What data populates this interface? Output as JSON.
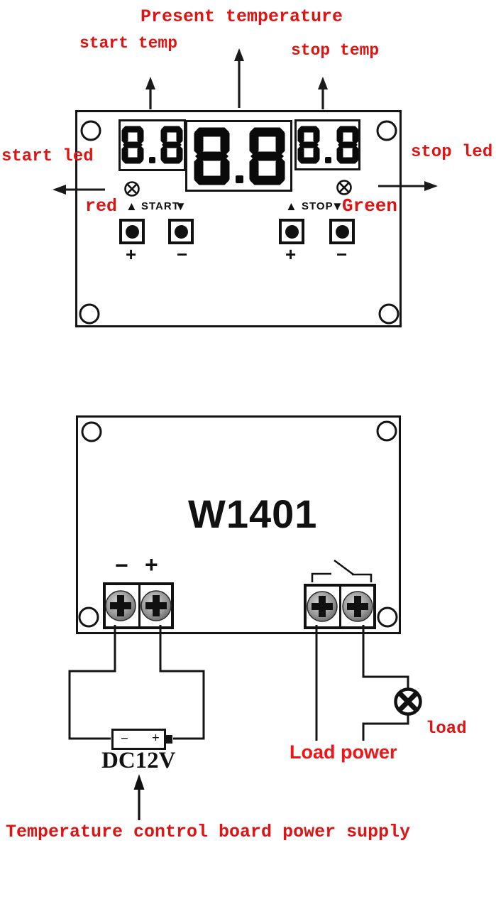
{
  "colors": {
    "label_red": "#e01313",
    "load_power_red": "#f21414",
    "line_black": "#141414"
  },
  "panel_front": {
    "annotations": {
      "present_temperature": "Present temperature",
      "start_temp": "start temp",
      "stop_temp": "stop temp",
      "start_led": "start led",
      "stop_led": "stop led",
      "led_left_color": "red",
      "led_right_color": "Green"
    },
    "displays": {
      "start_temp_value": "8.8",
      "present_temp_value": "8.8",
      "stop_temp_value": "8.8"
    },
    "controls": {
      "start_label": "START",
      "stop_label": "STOP",
      "up_symbol": "▲",
      "down_symbol": "▼",
      "start_plus": "+",
      "start_minus": "−",
      "stop_plus": "+",
      "stop_minus": "−"
    }
  },
  "panel_back": {
    "model": "W1401",
    "terminal_minus": "−",
    "terminal_plus": "+",
    "battery": {
      "label": "DC12V",
      "minus": "−",
      "plus": "+"
    },
    "load_power_label": "Load power",
    "load_label": "load",
    "power_supply_label": "Temperature control board power supply"
  }
}
